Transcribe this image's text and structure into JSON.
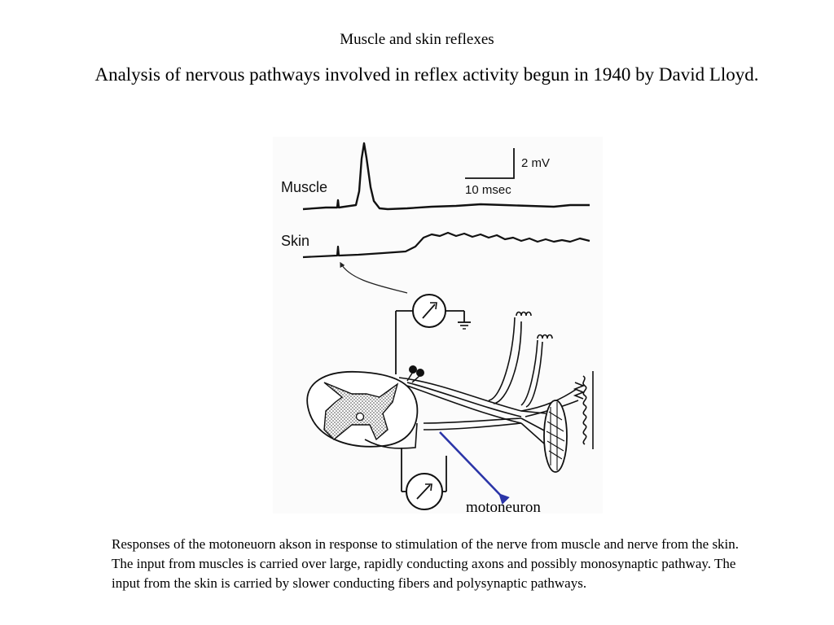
{
  "slide": {
    "title": "Muscle and skin reflexes",
    "subtitle": "Analysis of nervous pathways involved in reflex activity begun in 1940 by David Lloyd."
  },
  "figure": {
    "trace_label_muscle": "Muscle",
    "trace_label_skin": "Skin",
    "scale_voltage": "2 mV",
    "scale_time": "10 msec",
    "annotation": "motoneuron",
    "colors": {
      "annotation_arrow": "#2b35a8",
      "ink": "#111111"
    }
  },
  "caption": "Responses of the motoneuorn akson in response to stimulation of the nerve from muscle and nerve from the skin. The input from muscles is carried over large, rapidly conducting axons and possibly monosynaptic pathway.  The input from the skin is carried by slower conducting fibers and polysynaptic pathways."
}
